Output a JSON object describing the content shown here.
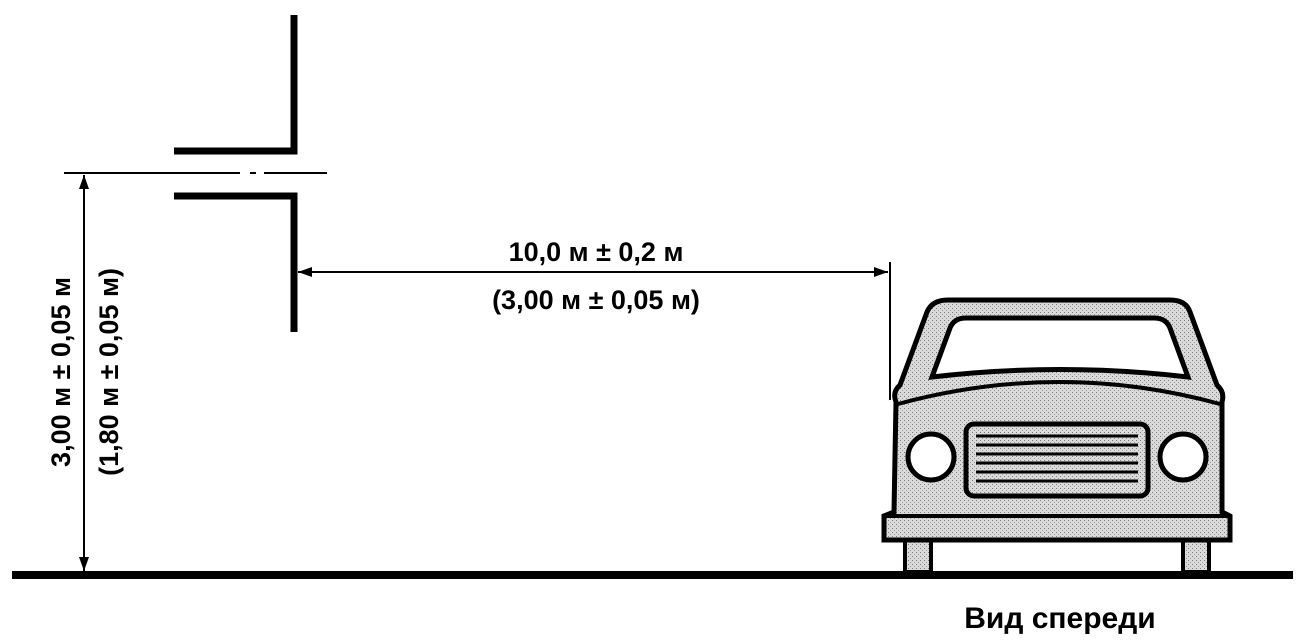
{
  "horizontal_dimension": {
    "primary": "10,0 м ± 0,2 м",
    "secondary": "(3,00 м ± 0,05 м)"
  },
  "vertical_dimension": {
    "primary": "3,00 м ± 0,05 м",
    "secondary": "(1,80 м ± 0,05 м)"
  },
  "caption": "Вид спереди"
}
